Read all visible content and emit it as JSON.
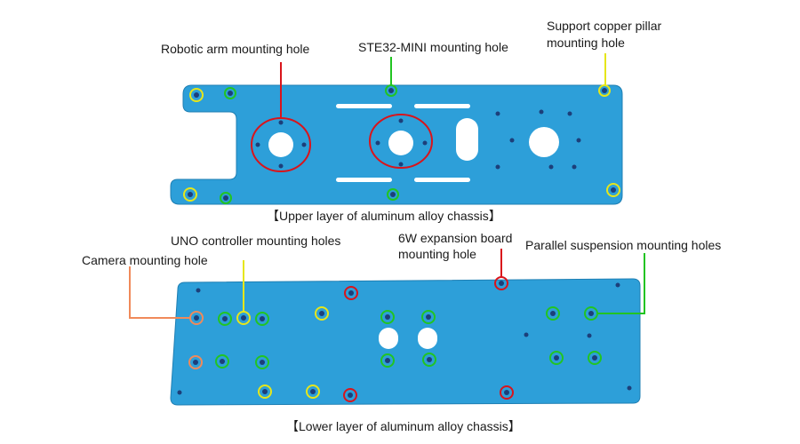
{
  "colors": {
    "plate": "#2d9fd9",
    "plate_edge": "#1f7fb3",
    "hole": "#1c3f7a",
    "slot": "#ffffff",
    "red": "#d9141b",
    "green": "#22c422",
    "yellow": "#e6e61a",
    "orange": "#f08a5a",
    "label_text": "#1a1a1a"
  },
  "upper": {
    "labels": {
      "robotic_arm": "Robotic arm mounting hole",
      "ste32": "STE32-MINI mounting hole",
      "copper_1": "Support copper pillar",
      "copper_2": "mounting hole"
    },
    "caption": "【Upper layer of aluminum alloy chassis】"
  },
  "lower": {
    "labels": {
      "uno": "UNO controller mounting holes",
      "camera": "Camera mounting hole",
      "sixw_1": "6W expansion board",
      "sixw_2": "mounting hole",
      "parallel": "Parallel suspension mounting holes"
    },
    "caption": "【Lower layer of aluminum alloy chassis】"
  }
}
